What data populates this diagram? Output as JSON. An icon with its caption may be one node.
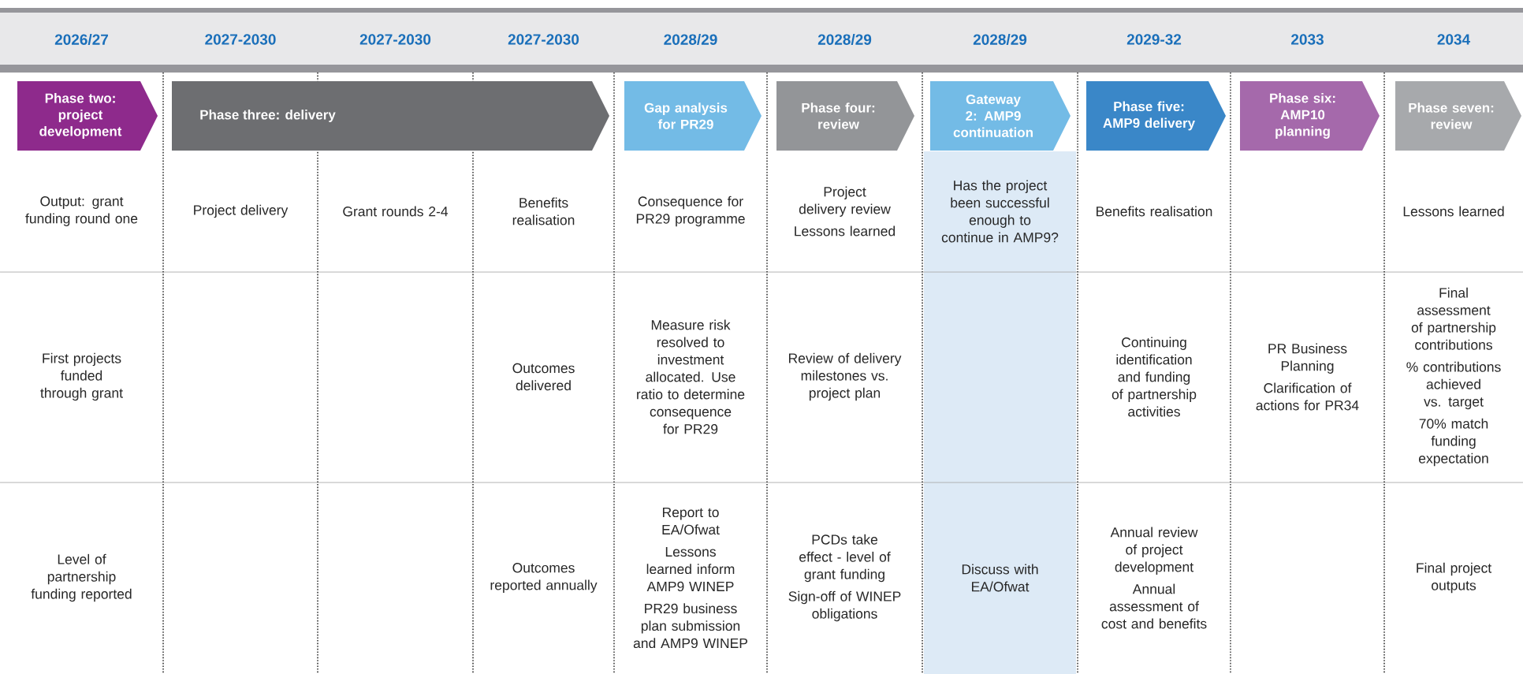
{
  "diagram": {
    "nodes": [
      {
        "text": [
          "Phase two: project development"
        ]
      },
      {
        "text": [
          "Phase three: delivery"
        ]
      },
      {
        "text": [
          "Gap analysis for PR29"
        ]
      },
      {
        "text": [
          "Phase four: review"
        ]
      },
      {
        "text": [
          "Gateway 2: AMP9 continuation"
        ]
      },
      {
        "text": [
          "Phase five: AMP9 delivery"
        ]
      },
      {
        "text": [
          "Phase six: AMP10 planning"
        ]
      },
      {
        "text": [
          "Phase seven: review"
        ]
      }
    ],
    "labels": [
      "2026/27",
      "2027-2030",
      "2027-2030",
      "2027-2030",
      "2028/29",
      "2028/29",
      "2028/29",
      "2029-32",
      "2033",
      "2034",
      "Output: grant funding round one",
      "Project delivery",
      "Grant rounds 2-4",
      "Benefits realisation",
      "Consequence for PR29 programme",
      "Project delivery review",
      "Lessons learned",
      "Has the project been successful enough to continue in AMP9?",
      "Benefits realisation",
      "Lessons learned",
      "First projects funded through grant",
      "Outcomes delivered",
      "Measure risk resolved to investment allocated. Use ratio to determine consequence for PR29",
      "Review of delivery milestones vs. project plan",
      "Continuing identification and funding of partnership activities",
      "PR Business Planning",
      "Clarification of actions for PR34",
      "Final assessment of partnership contributions",
      "% contributions achieved vs. target",
      "70% match funding expectation",
      "Level of partnership funding reported",
      "Outcomes reported annually",
      "Report to EA/Ofwat",
      "Lessons learned inform AMP9 WINEP",
      "PR29 business plan submission and AMP9 WINEP",
      "PCDs take effect - level of grant funding",
      "Sign-off of WINEP obligations",
      "Discuss with EA/Ofwat",
      "Annual review of project development",
      "Annual assessment of cost and benefits",
      "Final project outputs"
    ]
  }
}
